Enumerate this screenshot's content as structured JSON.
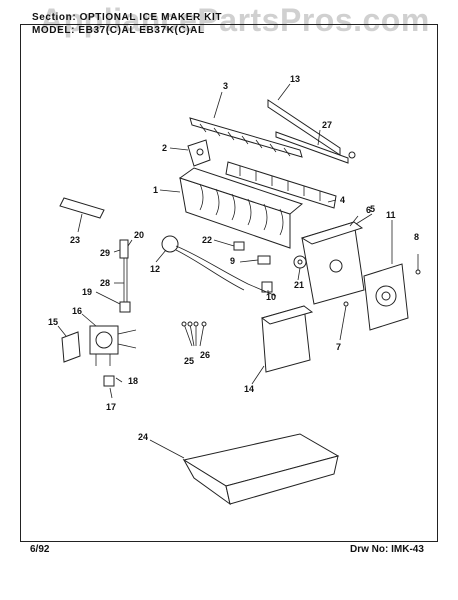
{
  "header": {
    "section_line": "Section: OPTIONAL ICE MAKER KIT",
    "model_line": "MODEL: EB37(C)AL  EB37K(C)AL"
  },
  "watermark": "AppliancePartsPros.com",
  "footer": {
    "date": "6/92",
    "drawing_number": "Drw No: IMK-43"
  },
  "callouts": [
    "1",
    "2",
    "3",
    "4",
    "5",
    "6",
    "7",
    "8",
    "9",
    "10",
    "11",
    "12",
    "13",
    "14",
    "15",
    "16",
    "17",
    "18",
    "19",
    "20",
    "21",
    "22",
    "23",
    "24",
    "25",
    "26",
    "27",
    "28",
    "29"
  ]
}
